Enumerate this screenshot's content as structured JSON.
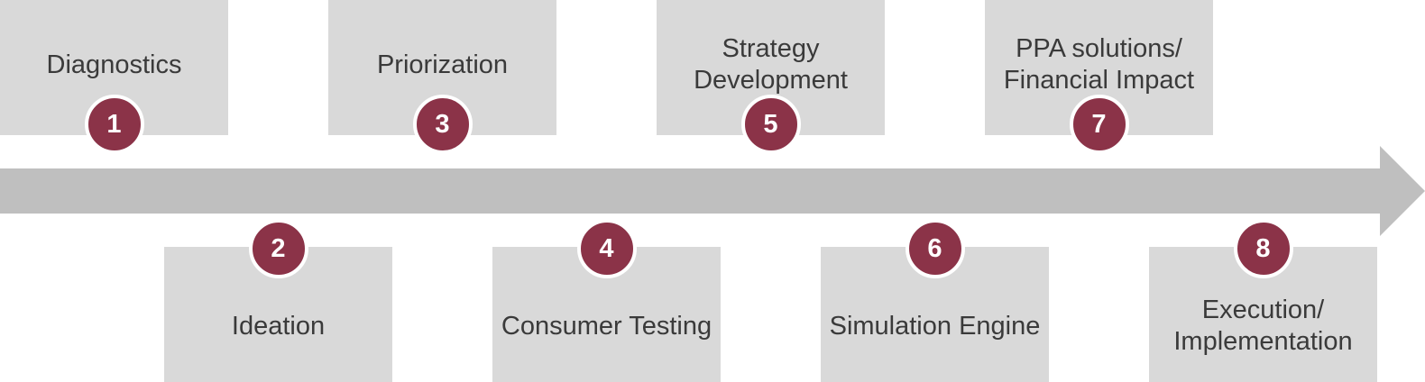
{
  "colors": {
    "box_fill": "#d9d9d9",
    "arrow_fill": "#bfbfbf",
    "badge_fill": "#8b3348",
    "text": "#3a3a3a"
  },
  "steps": [
    {
      "number": "1",
      "label": "Diagnostics",
      "row": "top"
    },
    {
      "number": "2",
      "label": "Ideation",
      "row": "bottom"
    },
    {
      "number": "3",
      "label": "Priorization",
      "row": "top"
    },
    {
      "number": "4",
      "label": "Consumer Testing",
      "row": "bottom"
    },
    {
      "number": "5",
      "label": "Strategy\nDevelopment",
      "row": "top"
    },
    {
      "number": "6",
      "label": "Simulation Engine",
      "row": "bottom"
    },
    {
      "number": "7",
      "label": "PPA solutions/\nFinancial Impact",
      "row": "top"
    },
    {
      "number": "8",
      "label": "Execution/\nImplementation",
      "row": "bottom"
    }
  ]
}
